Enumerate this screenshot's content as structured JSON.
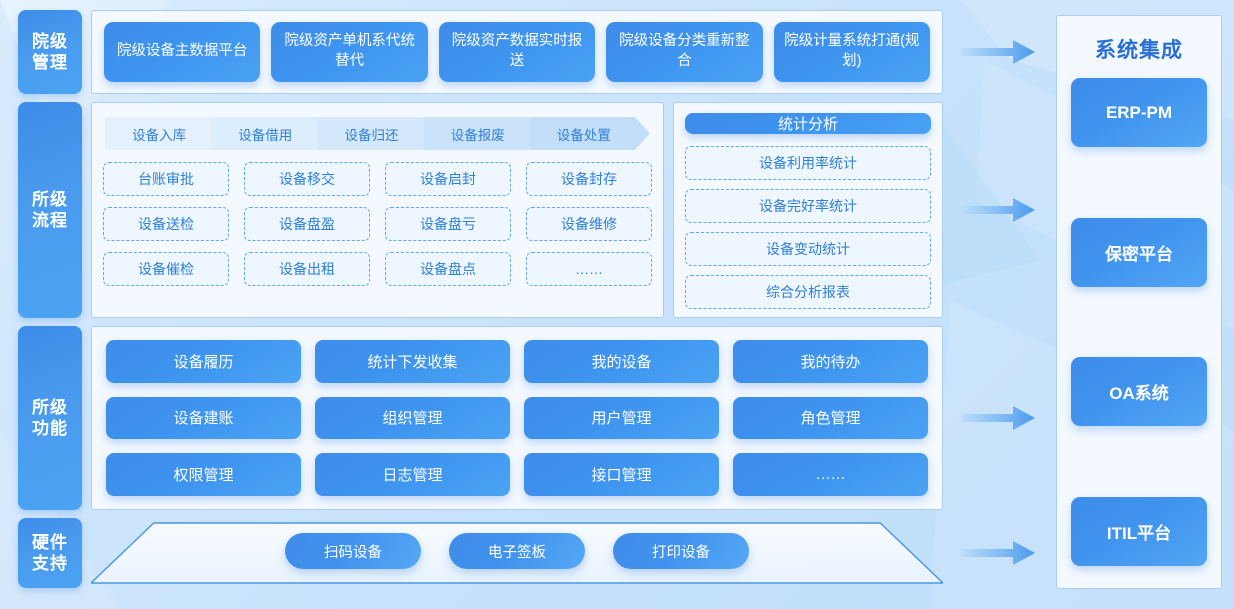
{
  "rows": [
    {
      "tag": "院级管理",
      "tag_lines": [
        "院级",
        "管理"
      ],
      "items": [
        "院级设备主数据平台",
        "院级资产单机系代统替代",
        "院级资产数据实时报送",
        "院级设备分类重新整合",
        "院级计量系统打通(规划)"
      ]
    },
    {
      "tag": "所级流程",
      "tag_lines": [
        "所级",
        "流程"
      ],
      "steps": [
        "设备入库",
        "设备借用",
        "设备归还",
        "设备报废",
        "设备处置"
      ],
      "items": [
        "台账审批",
        "设备移交",
        "设备启封",
        "设备封存",
        "设备送检",
        "设备盘盈",
        "设备盘亏",
        "设备维修",
        "设备催检",
        "设备出租",
        "设备盘点",
        "……"
      ],
      "stats_title": "统计分析",
      "stats_items": [
        "设备利用率统计",
        "设备完好率统计",
        "设备变动统计",
        "综合分析报表"
      ]
    },
    {
      "tag": "所级功能",
      "tag_lines": [
        "所级",
        "功能"
      ],
      "items": [
        "设备履历",
        "统计下发收集",
        "我的设备",
        "我的待办",
        "设备建账",
        "组织管理",
        "用户管理",
        "角色管理",
        "权限管理",
        "日志管理",
        "接口管理",
        "……"
      ]
    },
    {
      "tag": "硬件支持",
      "tag_lines": [
        "硬件",
        "支持"
      ],
      "items": [
        "扫码设备",
        "电子签板",
        "打印设备"
      ]
    }
  ],
  "integration": {
    "title": "系统集成",
    "items": [
      "ERP-PM",
      "保密平台",
      "OA系统",
      "ITIL平台"
    ]
  },
  "colors": {
    "accent": "#3f8ce9",
    "accent_light": "#52a6f4",
    "panel_bg": "#f4f9ff",
    "panel_border": "#a9cef3",
    "dashed_border": "#5ea8ef",
    "dashed_text": "#2f80d8",
    "title_blue": "#2a6fd6",
    "page_bg": "#cfe6fc"
  }
}
